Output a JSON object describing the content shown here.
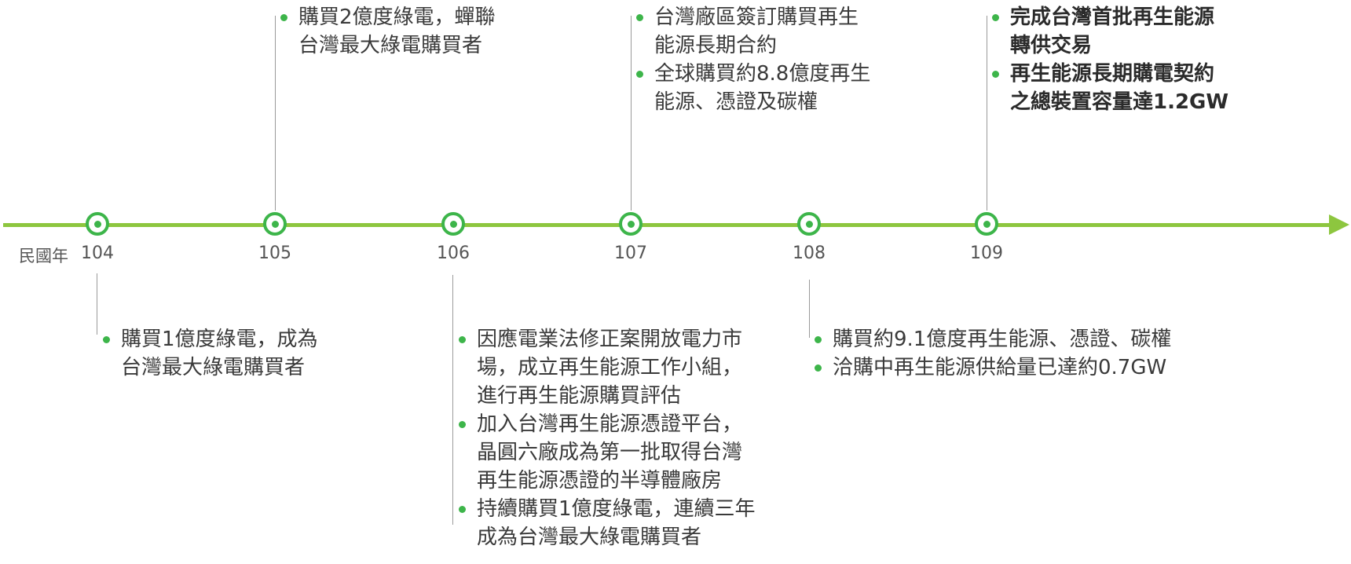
{
  "axis_title": "民國年",
  "colors": {
    "axis": "#8dc63f",
    "node": "#3db54a",
    "bullet": "#3db54a",
    "connector": "#9a9a9a"
  },
  "years": [
    "104",
    "105",
    "106",
    "107",
    "108",
    "109"
  ],
  "events": {
    "y104": [
      {
        "text": "購買1億度綠電，成為\n台灣最大綠電購買者"
      }
    ],
    "y105": [
      {
        "text": "購買2億度綠電，蟬聯\n台灣最大綠電購買者"
      }
    ],
    "y106": [
      {
        "text": "因應電業法修正案開放電力市\n場，成立再生能源工作小組，\n進行再生能源購買評估"
      },
      {
        "text": "加入台灣再生能源憑證平台，\n晶圓六廠成為第一批取得台灣\n再生能源憑證的半導體廠房"
      },
      {
        "text": "持續購買1億度綠電，連續三年\n成為台灣最大綠電購買者"
      }
    ],
    "y107": [
      {
        "text": "台灣廠區簽訂購買再生\n能源長期合約"
      },
      {
        "text": "全球購買約8.8億度再生\n能源、憑證及碳權"
      }
    ],
    "y108": [
      {
        "text": "購買約9.1億度再生能源、憑證、碳權"
      },
      {
        "text": "洽購中再生能源供給量已達約0.7GW"
      }
    ],
    "y109": [
      {
        "text": "完成台灣首批再生能源\n轉供交易"
      },
      {
        "text": "再生能源長期購電契約\n之總裝置容量達1.2GW"
      }
    ]
  }
}
